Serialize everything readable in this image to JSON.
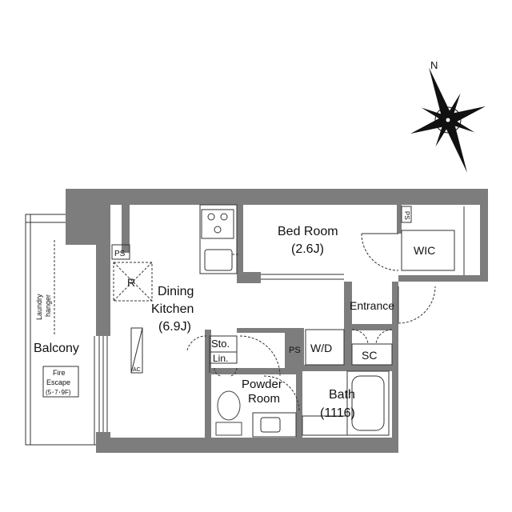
{
  "rooms": {
    "bed_room": {
      "name": "Bed Room",
      "size": "(2.6J)"
    },
    "wic": "WIC",
    "dining_kitchen": {
      "line1": "Dining",
      "line2": "Kitchen",
      "size": "(6.9J)"
    },
    "entrance": "Entrance",
    "balcony": "Balcony",
    "sto": "Sto.",
    "lin": "Lin.",
    "ps_center": "PS",
    "wd": "W/D",
    "sc": "SC",
    "powder_room": {
      "line1": "Powder",
      "line2": "Room"
    },
    "bath": {
      "name": "Bath",
      "size": "(1116)"
    }
  },
  "labels": {
    "ps_left": "PS",
    "ps_right": "PS",
    "refrigerator": "R",
    "ac": "AC",
    "laundry_line1": "Laundry",
    "laundry_line2": "hanger",
    "fire_escape_line1": "Fire",
    "fire_escape_line2": "Escape",
    "fire_escape_line3": "(5･7･9F)"
  },
  "compass": {
    "north": "N"
  }
}
